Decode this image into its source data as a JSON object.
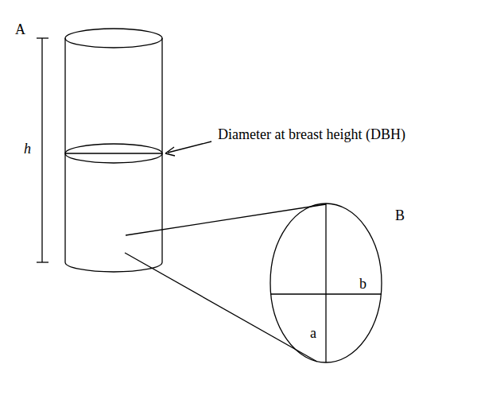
{
  "diagram": {
    "labels": [
      "A",
      "h",
      "Diameter at breast height (DBH)",
      "B",
      "a",
      "b"
    ]
  }
}
